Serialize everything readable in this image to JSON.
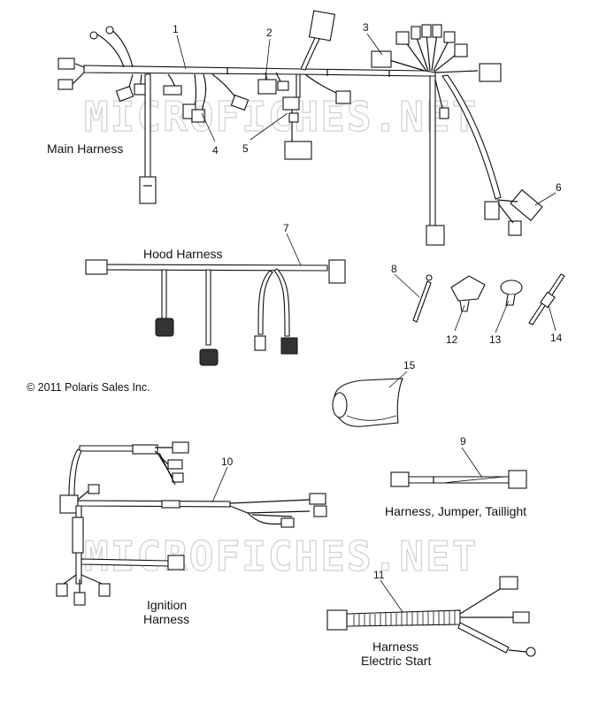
{
  "watermark": "MICROFICHES.NET",
  "copyright": "© 2011 Polaris Sales Inc.",
  "labels": {
    "main_harness": "Main Harness",
    "hood_harness": "Hood Harness",
    "jumper_harness": "Harness, Jumper, Taillight",
    "ignition_line1": "Ignition",
    "ignition_line2": "Harness",
    "electric_start_line1": "Harness",
    "electric_start_line2": "Electric Start"
  },
  "callouts": {
    "c1": "1",
    "c2": "2",
    "c3": "3",
    "c4": "4",
    "c5": "5",
    "c6": "6",
    "c7": "7",
    "c8": "8",
    "c9": "9",
    "c10": "10",
    "c11": "11",
    "c12": "12",
    "c13": "13",
    "c14": "14",
    "c15": "15"
  }
}
